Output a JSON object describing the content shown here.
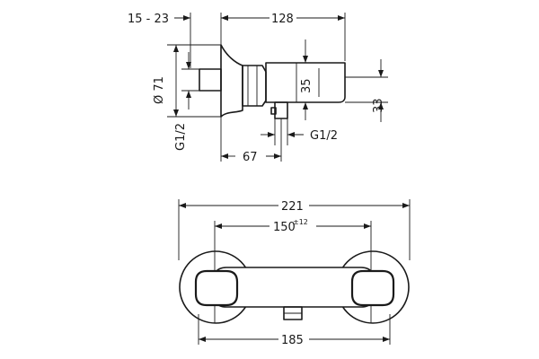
{
  "side_view": {
    "dim_top_left": "15 - 23",
    "dim_top_right": "128",
    "dim_diameter": "Ø 71",
    "dim_body_height": "35",
    "dim_outlet_height": "33",
    "dim_thread_left": "G1/2",
    "dim_thread_right": "G1/2",
    "dim_bottom": "67"
  },
  "front_view": {
    "dim_overall": "221",
    "dim_centers": "150",
    "dim_centers_tolerance": "±12",
    "dim_bottom": "185"
  }
}
